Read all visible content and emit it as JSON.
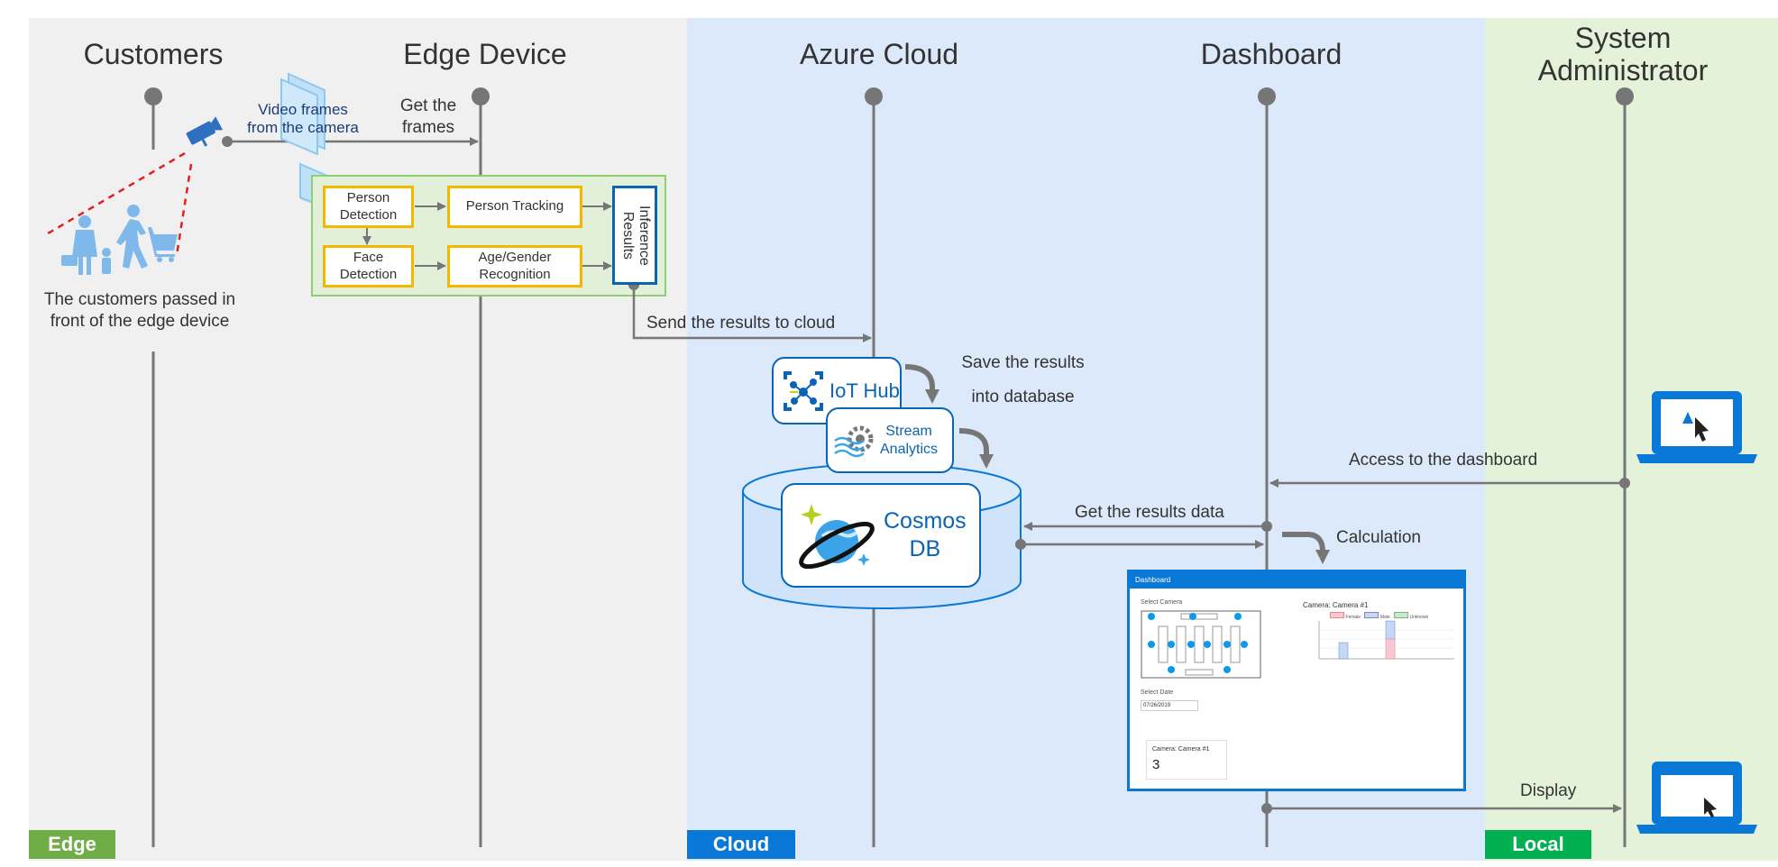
{
  "lanes": {
    "customers": "Customers",
    "edge_device": "Edge Device",
    "azure_cloud": "Azure Cloud",
    "dashboard": "Dashboard",
    "system_admin_line1": "System",
    "system_admin_line2": "Administrator"
  },
  "zones": {
    "edge": "Edge",
    "cloud": "Cloud",
    "local": "Local"
  },
  "labels": {
    "video_frames_line1": "Video frames",
    "video_frames_line2": "from the camera",
    "get_frames_line1": "Get the",
    "get_frames_line2": "frames",
    "customers_passed_line1": "The customers passed in",
    "customers_passed_line2": "front of the edge device",
    "send_results": "Send the results to cloud",
    "save_results_line1": "Save the results",
    "save_results_line2": "into database",
    "access_dashboard": "Access to the dashboard",
    "get_results_data": "Get the results data",
    "calculation": "Calculation",
    "display": "Display"
  },
  "pipeline": {
    "person_detection_line1": "Person",
    "person_detection_line2": "Detection",
    "person_tracking": "Person Tracking",
    "face_detection_line1": "Face",
    "face_detection_line2": "Detection",
    "age_gender_line1": "Age/Gender",
    "age_gender_line2": "Recognition",
    "inference_line1": "Inference",
    "inference_line2": "Results"
  },
  "services": {
    "iot_hub": "IoT Hub",
    "stream_analytics_line1": "Stream",
    "stream_analytics_line2": "Analytics",
    "cosmos_line1": "Cosmos",
    "cosmos_line2": "DB"
  },
  "dashboard_preview": {
    "header": "Dashboard",
    "select_camera": "Select Camera",
    "camera_chart_title": "Camera: Camera #1",
    "legend": [
      "Female",
      "Male",
      "Unknown"
    ],
    "select_date": "Select Date",
    "date_value": "07/26/2019",
    "count_card_title": "Camera: Camera #1",
    "count_value": "3"
  },
  "colors": {
    "edge_bg": "#f0f0f0",
    "cloud_bg": "#dce9fa",
    "local_bg": "#e4f2d9",
    "edge_tag": "#70ad47",
    "cloud_tag": "#0a78d7",
    "local_tag": "#00b050",
    "pipeline_border": "#f5b800",
    "pipeline_group_bg": "#e2f0d9",
    "lifeline": "#767676",
    "azure_blue": "#0a64b4"
  }
}
